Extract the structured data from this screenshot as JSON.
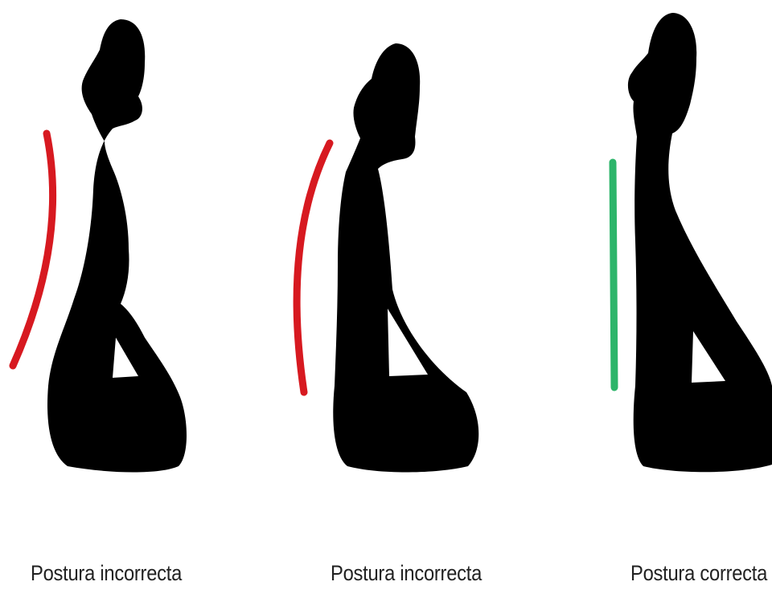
{
  "figures": [
    {
      "caption": "Postura incorrecta",
      "spine_line_color": "#d71920"
    },
    {
      "caption": "Postura incorrecta",
      "spine_line_color": "#d71920"
    },
    {
      "caption": "Postura correcta",
      "spine_line_color": "#2db56a"
    }
  ],
  "colors": {
    "silhouette": "#000000",
    "background": "#ffffff"
  }
}
